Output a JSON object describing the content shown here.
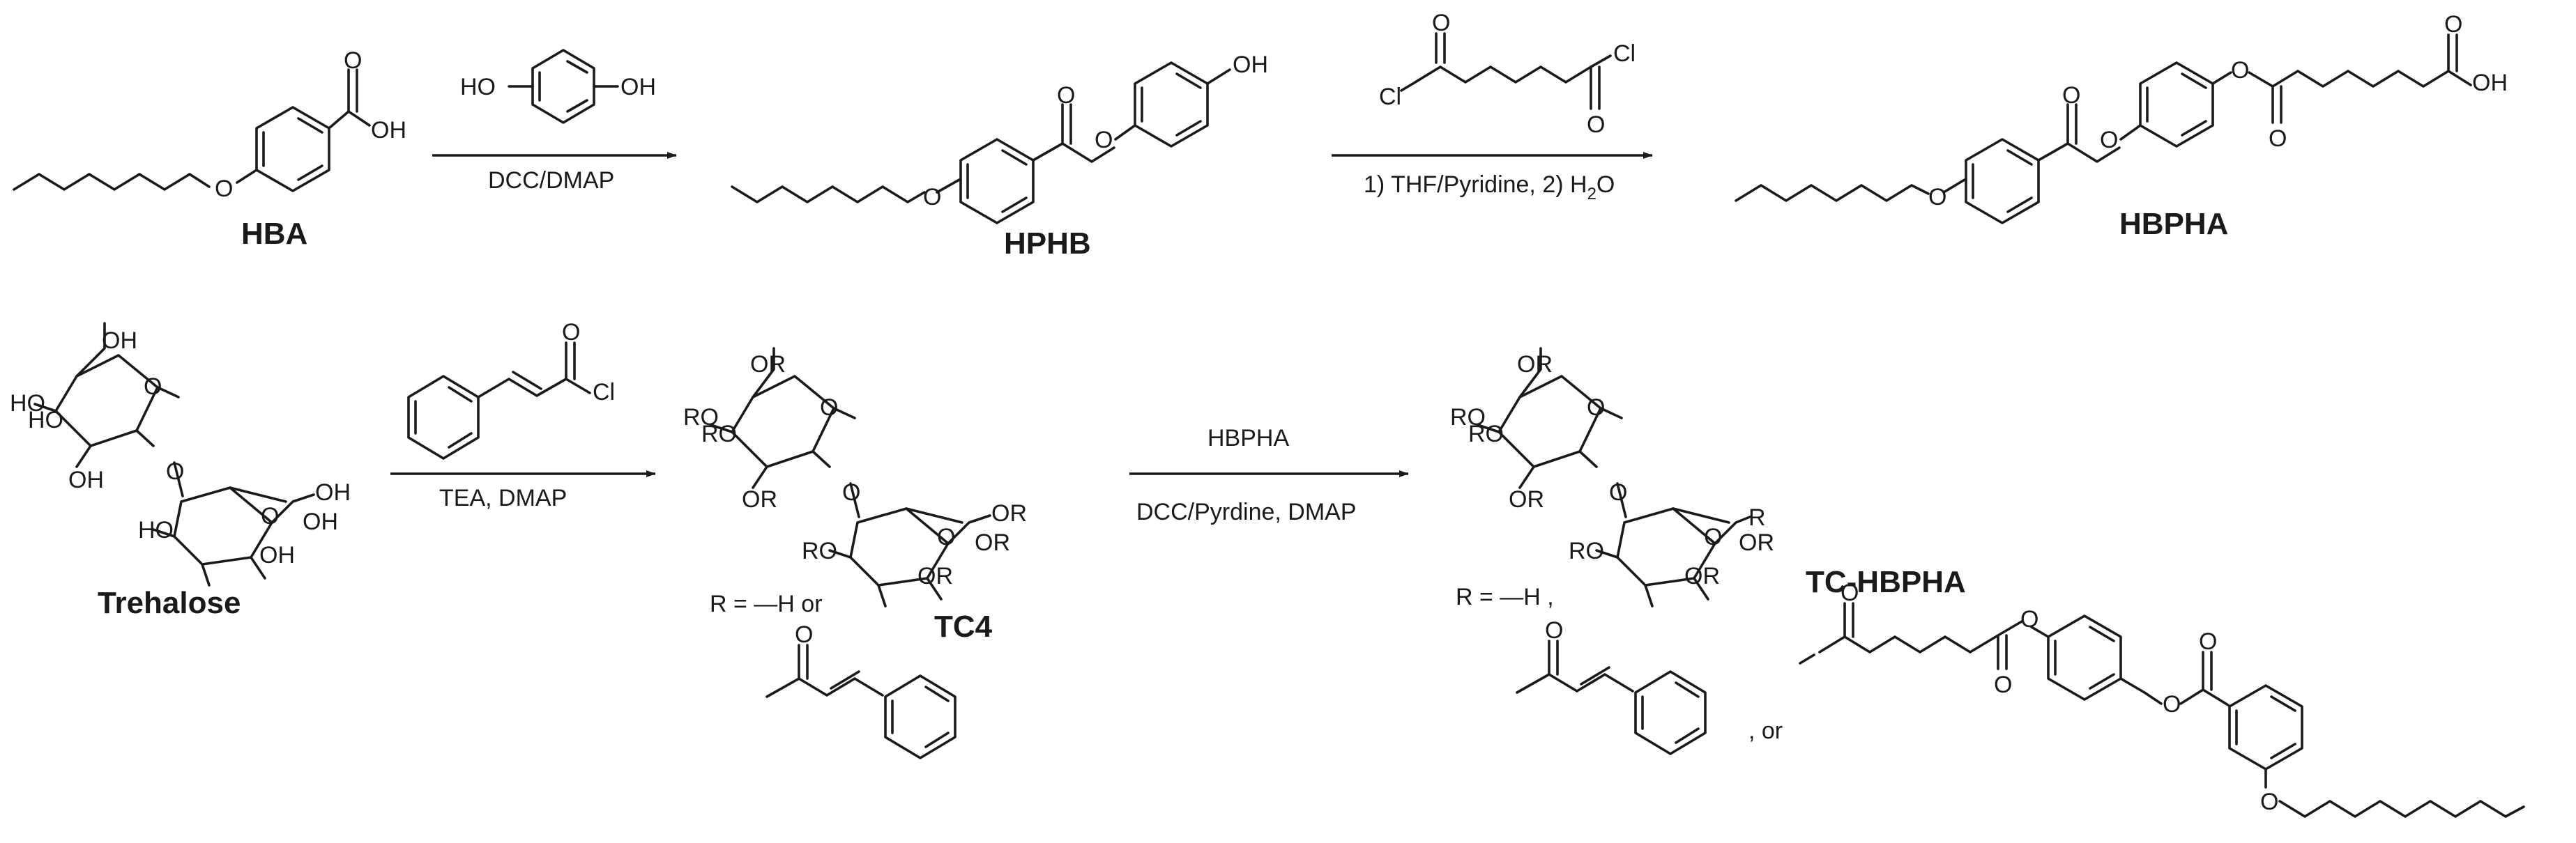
{
  "compounds": {
    "hba": "HBA",
    "hphb": "HPHB",
    "hbpha": "HBPHA",
    "trehalose": "Trehalose",
    "tc4": "TC4",
    "tc_hbpha": "TC-HBPHA"
  },
  "conditions": {
    "step1": "DCC/DMAP",
    "step2": "1) THF/Pyridine, 2) H",
    "step2_sub": "2",
    "step2_tail": "O",
    "step3": "TEA, DMAP",
    "step4_top": "HBPHA",
    "step4_bottom": "DCC/Pyrdine, DMAP"
  },
  "atoms": {
    "oh": "OH",
    "ho": "HO",
    "o": "O",
    "cl": "Cl",
    "ro": "RO",
    "or": "OR",
    "r": "R"
  },
  "r_definitions": {
    "tc4": "R = —H  or",
    "tc_hbpha": "R = —H ,",
    "or_word": ", or"
  }
}
